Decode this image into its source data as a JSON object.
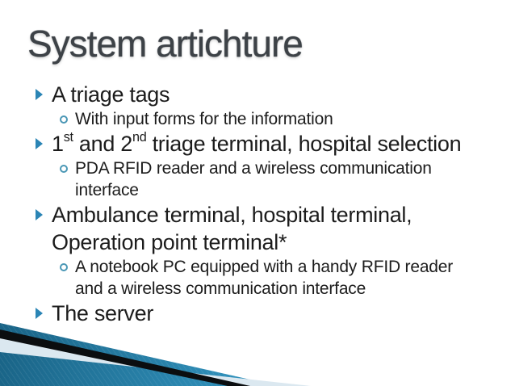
{
  "slide": {
    "title": "System artichture",
    "bullets": [
      {
        "level": 1,
        "runs": [
          {
            "text": "A triage tags"
          }
        ]
      },
      {
        "level": 2,
        "runs": [
          {
            "text": "With input forms for the information"
          }
        ]
      },
      {
        "level": 1,
        "runs": [
          {
            "text": "1"
          },
          {
            "text": "st",
            "sup": true
          },
          {
            "text": " and 2"
          },
          {
            "text": "nd",
            "sup": true
          },
          {
            "text": " triage terminal, hospital selection"
          }
        ]
      },
      {
        "level": 2,
        "runs": [
          {
            "text": "PDA RFID reader and a wireless communication interface"
          }
        ]
      },
      {
        "level": 1,
        "runs": [
          {
            "text": "Ambulance terminal, hospital terminal, Operation point terminal*"
          }
        ]
      },
      {
        "level": 2,
        "runs": [
          {
            "text": "A notebook PC equipped with a handy RFID reader and a wireless communication interface"
          }
        ]
      },
      {
        "level": 1,
        "runs": [
          {
            "text": "The server"
          }
        ]
      }
    ],
    "icons": {
      "level1_marker": "right-triangle-bullet",
      "level2_marker": "hollow-circle-bullet"
    },
    "colors": {
      "title": "#3d4247",
      "body_text": "#1c1c1c",
      "bullet_arrow": "#2b85b5",
      "bullet_circle": "#4a97b5",
      "swoosh_teal_dark": "#14597a",
      "swoosh_teal_light": "#3193be",
      "swoosh_black": "#0b0e10",
      "swoosh_pale": "#dbe8f0"
    }
  }
}
